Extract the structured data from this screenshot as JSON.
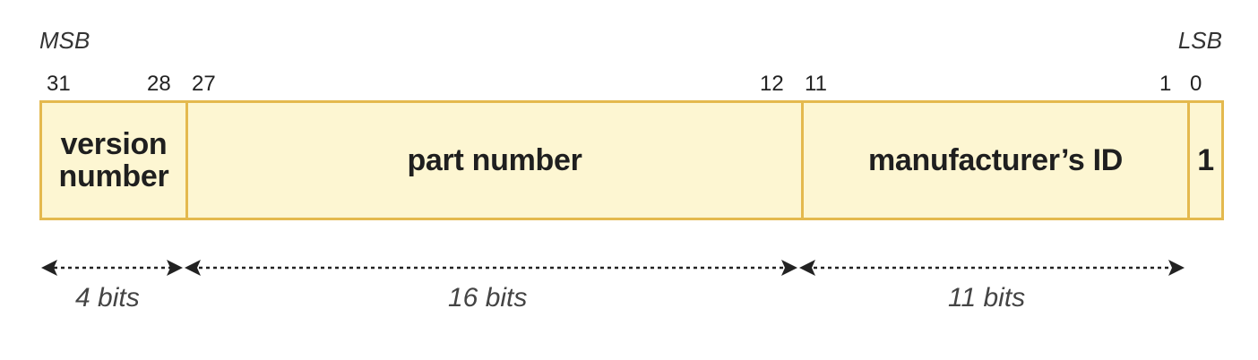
{
  "header": {
    "msb": "MSB",
    "lsb": "LSB"
  },
  "bit_numbers": [
    "31",
    "28",
    "27",
    "12",
    "11",
    "1",
    "0"
  ],
  "fields": [
    {
      "name": "version-number",
      "label_line1": "version",
      "label_line2": "number",
      "high_bit": 31,
      "low_bit": 28,
      "width": "4 bits"
    },
    {
      "name": "part-number",
      "label": "part number",
      "high_bit": 27,
      "low_bit": 12,
      "width": "16 bits"
    },
    {
      "name": "manufacturer-id",
      "label": "manufacturer’s ID",
      "high_bit": 11,
      "low_bit": 1,
      "width": "11 bits"
    },
    {
      "name": "fixed-bit",
      "label": "1",
      "high_bit": 0,
      "low_bit": 0
    }
  ],
  "colors": {
    "fill": "#fdf6d2",
    "border": "#e4b94e",
    "text": "#1f1f1f"
  }
}
